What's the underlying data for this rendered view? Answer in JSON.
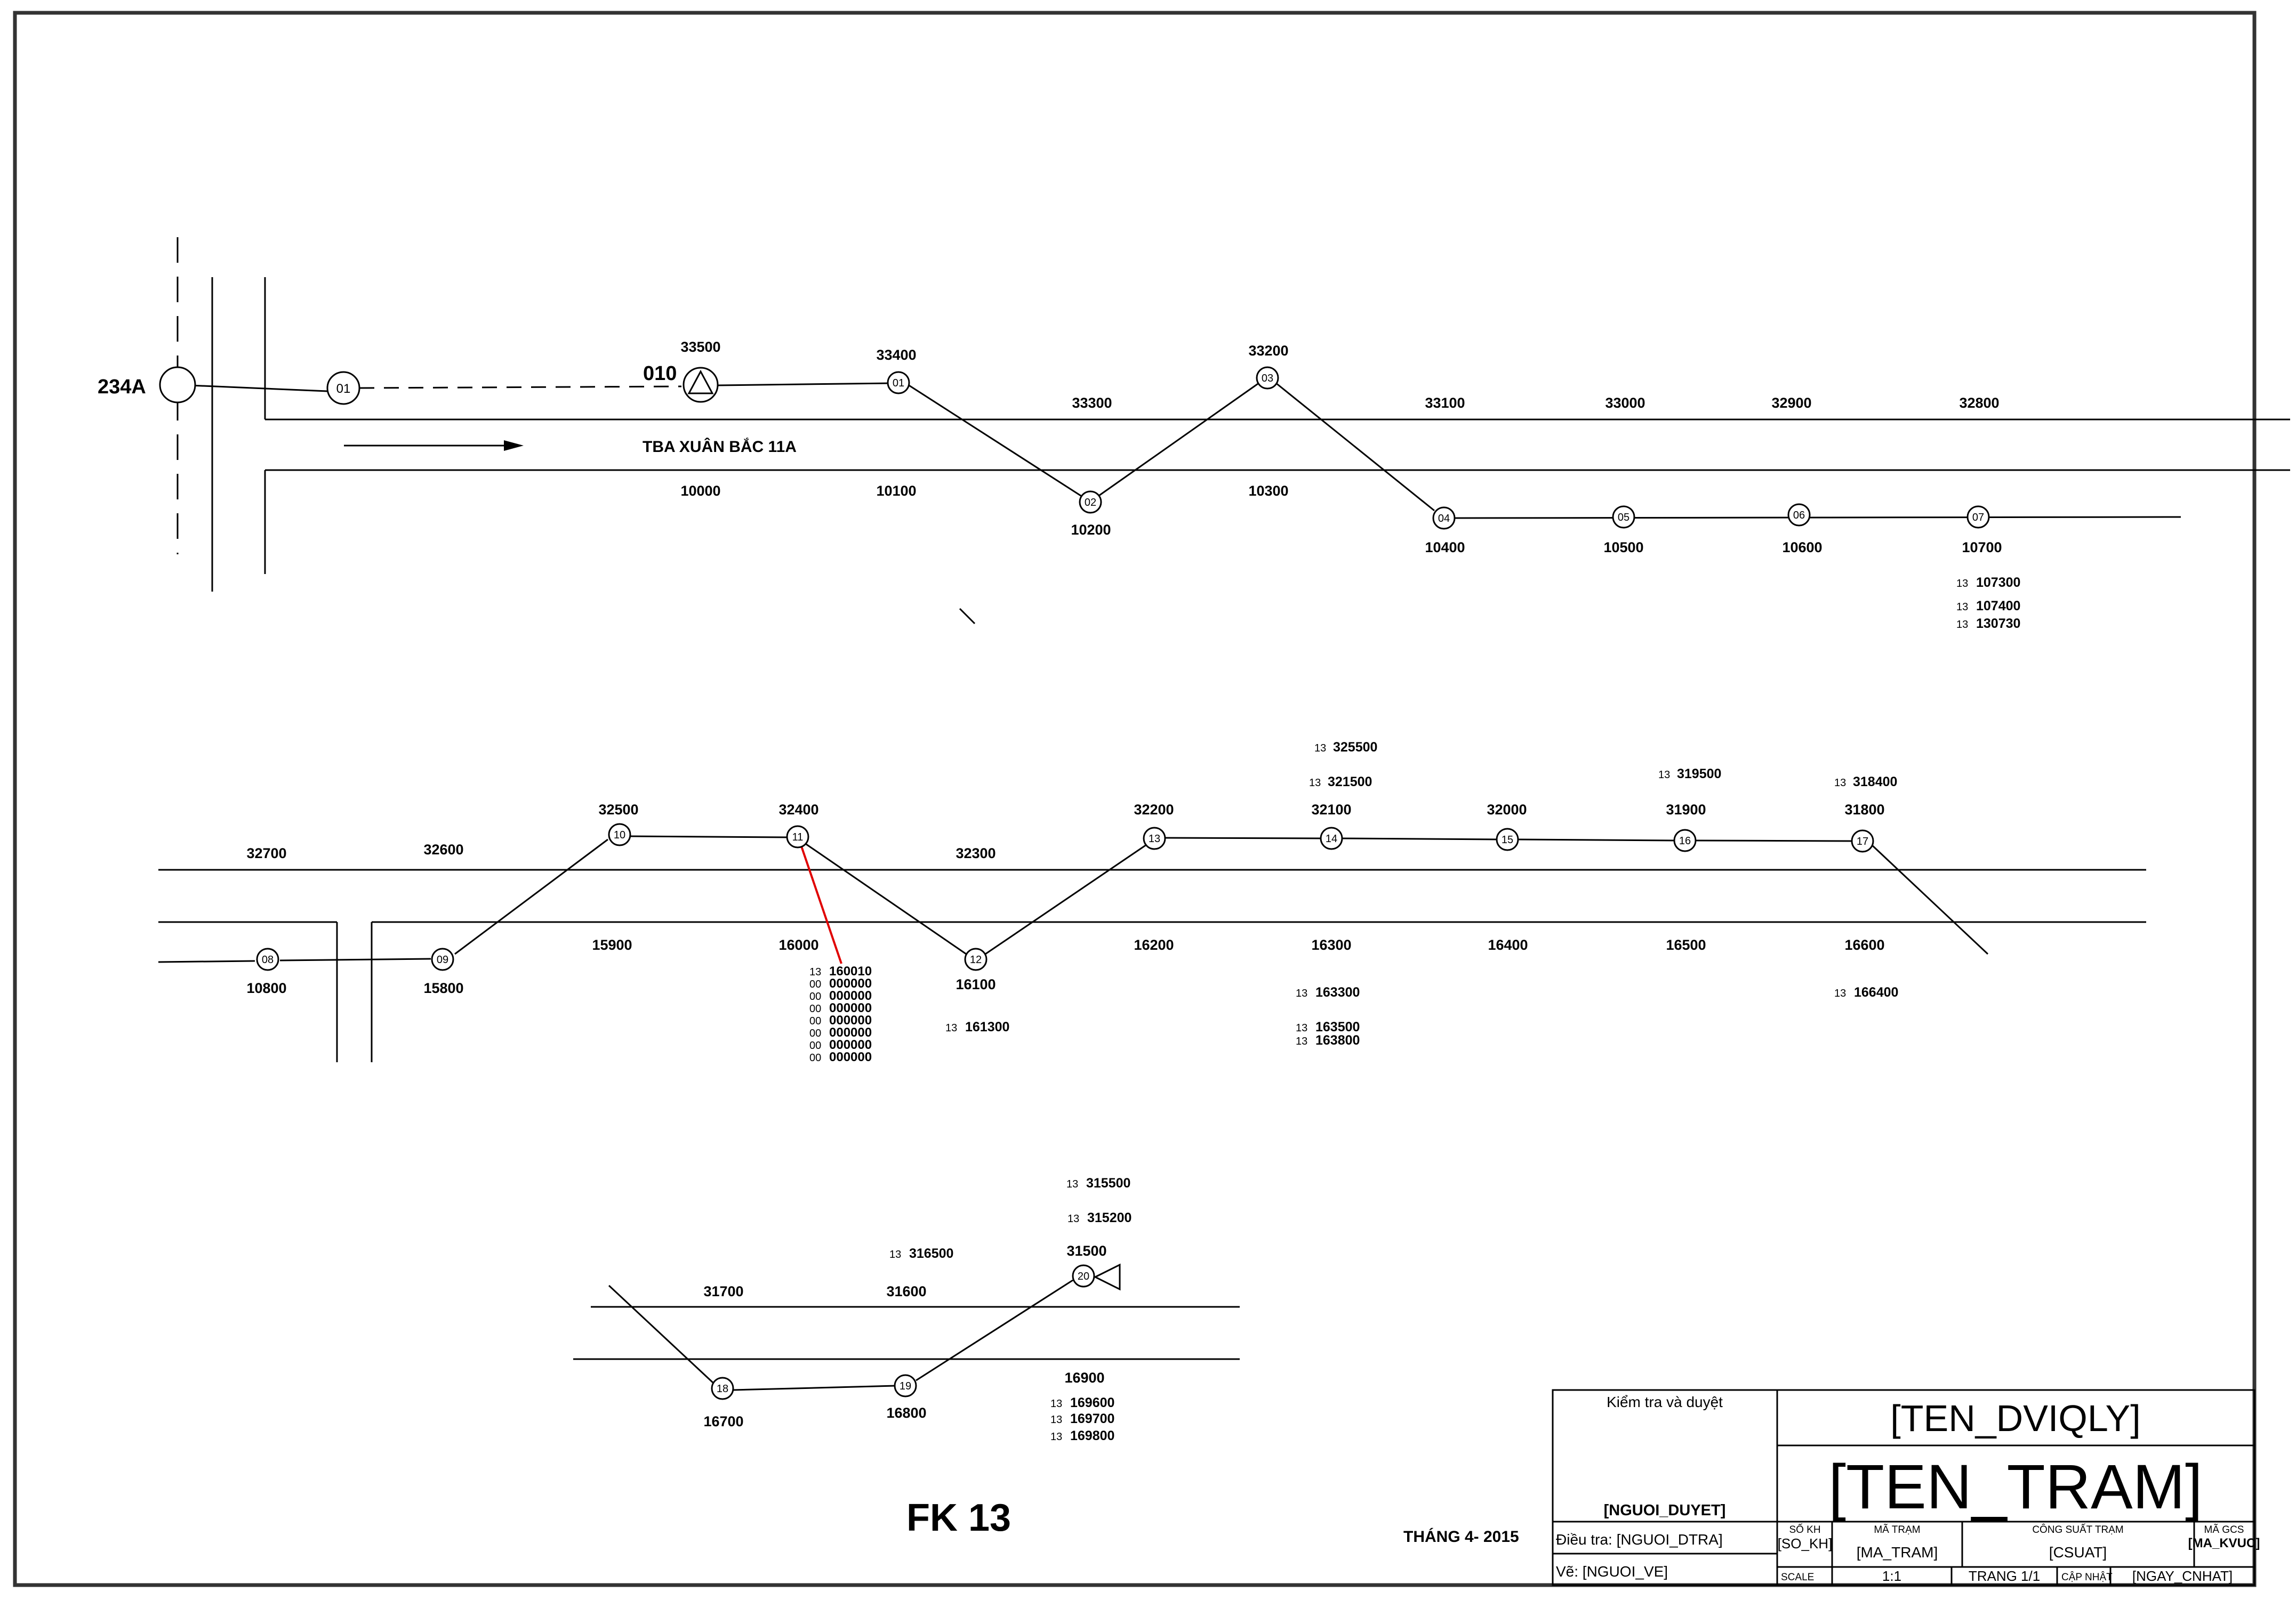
{
  "source_label": "234A",
  "station_label": "TBA XUÂN BẮC 11A",
  "breaker_label": "010",
  "feeder_label": "FK 13",
  "date_label": "THÁNG 4- 2015",
  "nodes": [
    {
      "key": "n01a",
      "label": "01"
    },
    {
      "key": "n01b",
      "label": "01"
    },
    {
      "key": "n02",
      "label": "02"
    },
    {
      "key": "n03",
      "label": "03"
    },
    {
      "key": "n04",
      "label": "04"
    },
    {
      "key": "n05",
      "label": "05"
    },
    {
      "key": "n06",
      "label": "06"
    },
    {
      "key": "n07",
      "label": "07"
    },
    {
      "key": "n08",
      "label": "08"
    },
    {
      "key": "n09",
      "label": "09"
    },
    {
      "key": "n10",
      "label": "10"
    },
    {
      "key": "n11",
      "label": "11"
    },
    {
      "key": "n12",
      "label": "12"
    },
    {
      "key": "n13",
      "label": "13"
    },
    {
      "key": "n14",
      "label": "14"
    },
    {
      "key": "n15",
      "label": "15"
    },
    {
      "key": "n16",
      "label": "16"
    },
    {
      "key": "n17",
      "label": "17"
    },
    {
      "key": "n18",
      "label": "18"
    },
    {
      "key": "n19",
      "label": "19"
    },
    {
      "key": "n20",
      "label": "20"
    }
  ],
  "pole_codes": [
    {
      "key": "p33500",
      "text": "33500"
    },
    {
      "key": "p33400",
      "text": "33400"
    },
    {
      "key": "p33300",
      "text": "33300"
    },
    {
      "key": "p33200",
      "text": "33200"
    },
    {
      "key": "p33100",
      "text": "33100"
    },
    {
      "key": "p33000",
      "text": "33000"
    },
    {
      "key": "p32900",
      "text": "32900"
    },
    {
      "key": "p32800",
      "text": "32800"
    },
    {
      "key": "p10000",
      "text": "10000"
    },
    {
      "key": "p10100",
      "text": "10100"
    },
    {
      "key": "p10200",
      "text": "10200"
    },
    {
      "key": "p10300",
      "text": "10300"
    },
    {
      "key": "p10400",
      "text": "10400"
    },
    {
      "key": "p10500",
      "text": "10500"
    },
    {
      "key": "p10600",
      "text": "10600"
    },
    {
      "key": "p10700",
      "text": "10700"
    },
    {
      "key": "p32700",
      "text": "32700"
    },
    {
      "key": "p32600",
      "text": "32600"
    },
    {
      "key": "p32500",
      "text": "32500"
    },
    {
      "key": "p32400",
      "text": "32400"
    },
    {
      "key": "p32300",
      "text": "32300"
    },
    {
      "key": "p32200",
      "text": "32200"
    },
    {
      "key": "p32100",
      "text": "32100"
    },
    {
      "key": "p32000",
      "text": "32000"
    },
    {
      "key": "p31900",
      "text": "31900"
    },
    {
      "key": "p31800",
      "text": "31800"
    },
    {
      "key": "p10800",
      "text": "10800"
    },
    {
      "key": "p15800",
      "text": "15800"
    },
    {
      "key": "p15900",
      "text": "15900"
    },
    {
      "key": "p16000",
      "text": "16000"
    },
    {
      "key": "p16100",
      "text": "16100"
    },
    {
      "key": "p16200",
      "text": "16200"
    },
    {
      "key": "p16300",
      "text": "16300"
    },
    {
      "key": "p16400",
      "text": "16400"
    },
    {
      "key": "p16500",
      "text": "16500"
    },
    {
      "key": "p16600",
      "text": "16600"
    },
    {
      "key": "p31700",
      "text": "31700"
    },
    {
      "key": "p31600",
      "text": "31600"
    },
    {
      "key": "p31500",
      "text": "31500"
    },
    {
      "key": "p16700",
      "text": "16700"
    },
    {
      "key": "p16800",
      "text": "16800"
    },
    {
      "key": "p16900",
      "text": "16900"
    }
  ],
  "meter_entries": [
    {
      "key": "m107300",
      "prefix": "13",
      "code": "107300"
    },
    {
      "key": "m107400",
      "prefix": "13",
      "code": "107400"
    },
    {
      "key": "m130730",
      "prefix": "13",
      "code": "130730"
    },
    {
      "key": "m325500",
      "prefix": "13",
      "code": "325500"
    },
    {
      "key": "m321500",
      "prefix": "13",
      "code": "321500"
    },
    {
      "key": "m319500",
      "prefix": "13",
      "code": "319500"
    },
    {
      "key": "m318400",
      "prefix": "13",
      "code": "318400"
    },
    {
      "key": "m160010",
      "prefix": "13",
      "code": "160010"
    },
    {
      "key": "m00a",
      "prefix": "00",
      "code": "000000"
    },
    {
      "key": "m00b",
      "prefix": "00",
      "code": "000000"
    },
    {
      "key": "m00c",
      "prefix": "00",
      "code": "000000"
    },
    {
      "key": "m00d",
      "prefix": "00",
      "code": "000000"
    },
    {
      "key": "m00e",
      "prefix": "00",
      "code": "000000"
    },
    {
      "key": "m00f",
      "prefix": "00",
      "code": "000000"
    },
    {
      "key": "m00g",
      "prefix": "00",
      "code": "000000"
    },
    {
      "key": "m00h",
      "prefix": "00",
      "code": "000000"
    },
    {
      "key": "m161300",
      "prefix": "13",
      "code": "161300"
    },
    {
      "key": "m163300",
      "prefix": "13",
      "code": "163300"
    },
    {
      "key": "m163500",
      "prefix": "13",
      "code": "163500"
    },
    {
      "key": "m163800",
      "prefix": "13",
      "code": "163800"
    },
    {
      "key": "m166400",
      "prefix": "13",
      "code": "166400"
    },
    {
      "key": "m315500",
      "prefix": "13",
      "code": "315500"
    },
    {
      "key": "m315200",
      "prefix": "13",
      "code": "315200"
    },
    {
      "key": "m316500",
      "prefix": "13",
      "code": "316500"
    },
    {
      "key": "m169600",
      "prefix": "13",
      "code": "169600"
    },
    {
      "key": "m169700",
      "prefix": "13",
      "code": "169700"
    },
    {
      "key": "m169800",
      "prefix": "13",
      "code": "169800"
    }
  ],
  "title_block": {
    "review_label": "Kiểm tra và duyệt",
    "approver": "[NGUOI_DUYET]",
    "surveyor": "Điều tra: [NGUOI_DTRA]",
    "drafter": "Vẽ: [NGUOI_VE]",
    "unit_name": "[TEN_DVIQLY]",
    "station_name": "[TEN_TRAM]",
    "so_kh_label": "SỐ KH",
    "so_kh_value": "[SO_KH]",
    "ma_tram_label": "MÃ TRẠM",
    "ma_tram_value": "[MA_TRAM]",
    "cong_suat_label": "CÔNG SUẤT TRẠM",
    "cong_suat_value": "[CSUAT]",
    "ma_gcs_label": "MÃ GCS",
    "ma_gcs_value": "[MA_KVUC]",
    "scale_label": "SCALE",
    "scale_value": "1:1",
    "page_value": "TRANG 1/1",
    "update_label": "CẬP NHẬT",
    "update_value": "[NGAY_CNHAT]"
  },
  "colors": {
    "line": "#000000",
    "highlight": "#e00000",
    "background": "#ffffff"
  }
}
